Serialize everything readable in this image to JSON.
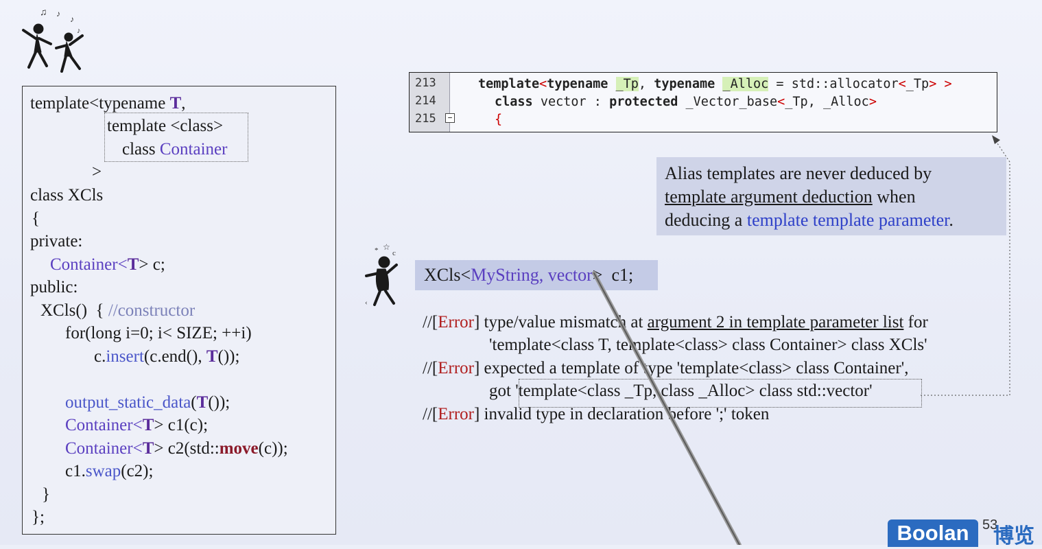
{
  "left_code": {
    "l1a": "template<typename ",
    "l1T": "T",
    "l1b": ",",
    "l2": "template <class>",
    "l3a": "class ",
    "l3b": "Container",
    "l4": ">",
    "l5": "class XCls",
    "l6": "{",
    "l7": "private:",
    "l8a": "Container",
    "l8b": "<",
    "l8T": "T",
    "l8c": "> c;",
    "l9": "public:",
    "l10a": "XCls()  { ",
    "l10b": "//constructor",
    "l11": "for(long i=0; i< SIZE; ++i)",
    "l12a": "c.",
    "l12b": "insert",
    "l12c": "(c.end(), ",
    "l12T": "T",
    "l12d": "());",
    "l13a": "output_static_data",
    "l13b": "(",
    "l13T": "T",
    "l13c": "());",
    "l14a": "Container",
    "l14b": "<",
    "l14T": "T",
    "l14c": "> c1(c);",
    "l15a": "Container",
    "l15b": "<",
    "l15T": "T",
    "l15c": "> c2(std::",
    "l15m": "move",
    "l15d": "(c));",
    "l16a": "c1.",
    "l16b": "swap",
    "l16c": "(c2);",
    "l17": "}",
    "l18": "};"
  },
  "snippet": {
    "line_numbers": [
      "213",
      "214",
      "215"
    ],
    "fold": "−",
    "c1_kw1": "template",
    "c1_lt": "<",
    "c1_kw2": "typename",
    "c1_tp": "_Tp",
    "c1_comma": ", ",
    "c1_kw3": "typename",
    "c1_alloc": "_Alloc",
    "c1_eq": " = ",
    "c1_rest": "std::allocator",
    "c1_lt2": "<",
    "c1_tp2": "_Tp",
    "c1_gt": "> >",
    "c2_kw1": "class",
    "c2_mid": " vector : ",
    "c2_kw2": "protected",
    "c2_rest": " _Vector_base",
    "c2_lt": "<",
    "c2_args": "_Tp, _Alloc",
    "c2_gt": ">",
    "c3": "{"
  },
  "note": {
    "line1": "Alias templates are never deduced by",
    "line2a": "template argument deduction",
    "line2b": " when",
    "line3a": "deducing a ",
    "line3b": "template template parameter",
    "line3c": "."
  },
  "decl": {
    "a": "XCls<",
    "b": "MyString, vector",
    "c": ">  c1;"
  },
  "errors": {
    "prefix": "//[",
    "label": "Error",
    "suffix": "]",
    "e1a": " type/value mismatch at ",
    "e1b": "argument 2 in template parameter list",
    "e1c": " for",
    "e1_cont": "'template<class T, template<class> class Container> class XCls'",
    "e2": " expected a template of type 'template<class> class Container',",
    "e2_cont": "got 'template<class _Tp, class _Alloc> class std::vector'",
    "e3": " invalid type in declaration before ';' token"
  },
  "footer": {
    "logo": "Boolan",
    "page": "53",
    "cjk": "博览"
  },
  "colors": {
    "error_red": "#b01e1e",
    "class_purple": "#5a3fc0",
    "note_blue": "#2e40c8",
    "logo_blue": "#2b6bc0"
  }
}
